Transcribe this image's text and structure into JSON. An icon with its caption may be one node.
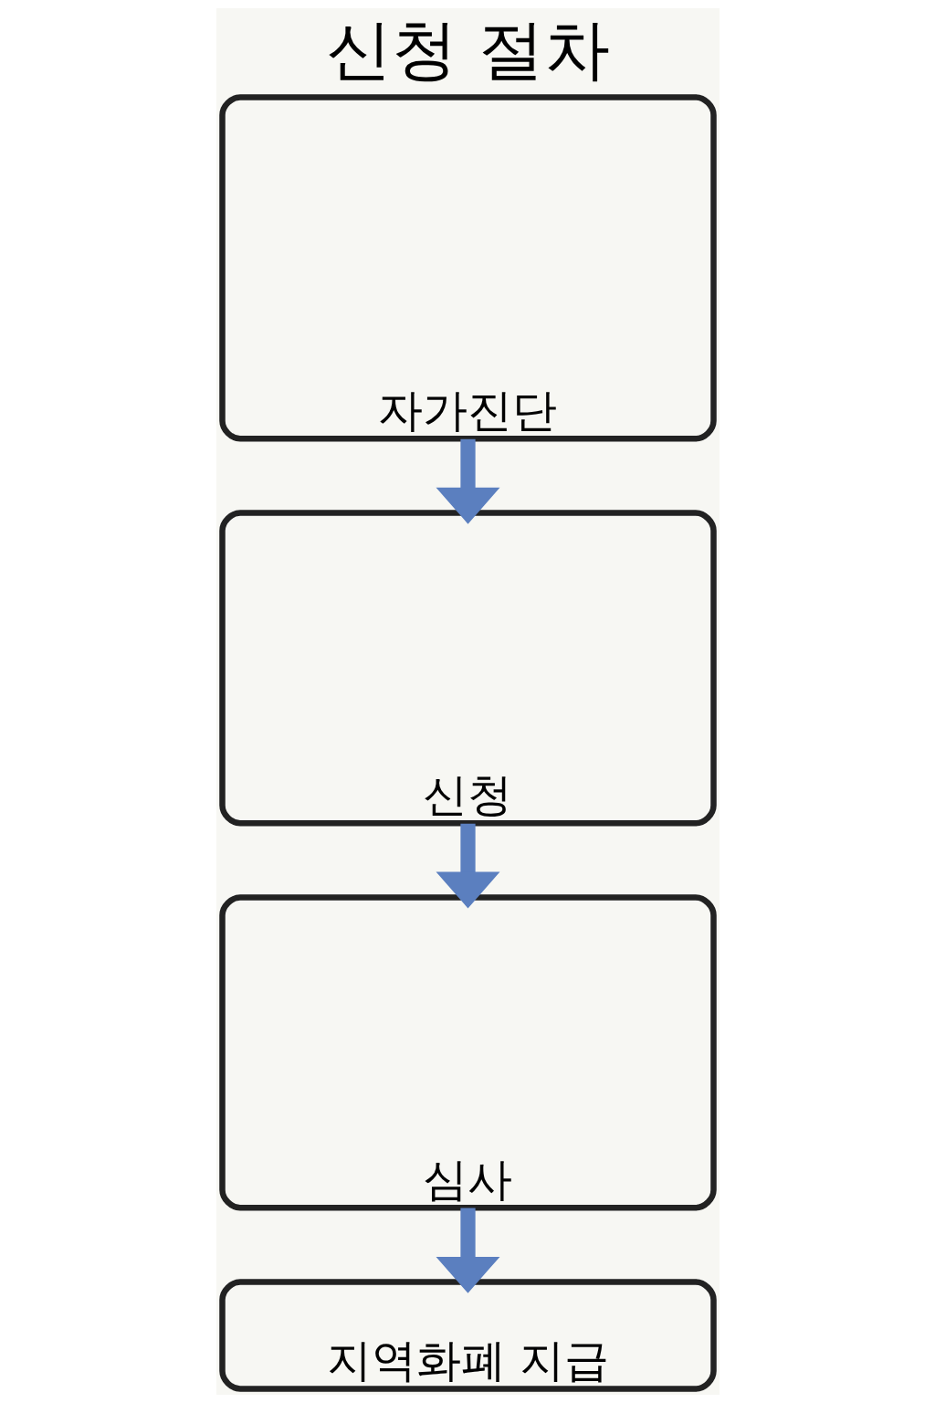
{
  "diagram": {
    "title": "신청 절차",
    "nodes": [
      {
        "text": [
          "자가진단"
        ]
      },
      {
        "text": [
          "신청"
        ]
      },
      {
        "text": [
          "심사"
        ]
      },
      {
        "text": [
          "지역화폐 지급"
        ]
      }
    ],
    "edges": [
      {
        "from": 0,
        "to": 1,
        "arrow": "to"
      },
      {
        "from": 1,
        "to": 2,
        "arrow": "to"
      },
      {
        "from": 2,
        "to": 3,
        "arrow": "to"
      }
    ]
  }
}
